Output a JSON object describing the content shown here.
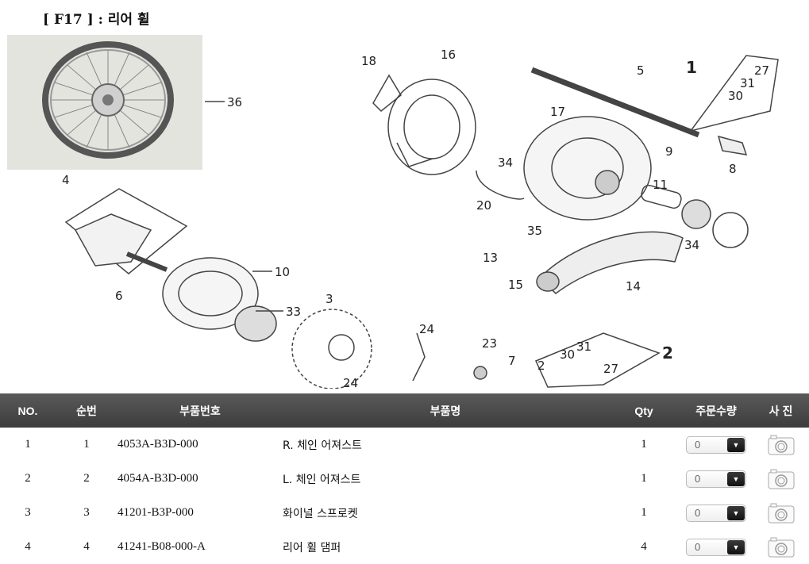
{
  "title": "[ F17 ] : 리어 휠",
  "diagram": {
    "callouts": [
      "36",
      "4",
      "6",
      "10",
      "33",
      "3",
      "18",
      "16",
      "17",
      "34",
      "20",
      "35",
      "13",
      "15",
      "14",
      "5",
      "1",
      "27",
      "31",
      "30",
      "8",
      "9",
      "11",
      "34",
      "24",
      "23",
      "7",
      "2",
      "30",
      "31",
      "27",
      "2",
      "24"
    ]
  },
  "table": {
    "headers": {
      "no": "NO.",
      "seq": "순번",
      "part_no": "부품번호",
      "part_name": "부품명",
      "qty": "Qty",
      "order_qty": "주문수량",
      "photo": "사 진"
    },
    "rows": [
      {
        "no": "1",
        "seq": "1",
        "part_no": "4053A-B3D-000",
        "part_name": "R. 체인 어져스트",
        "qty": "1",
        "order_qty": "0"
      },
      {
        "no": "2",
        "seq": "2",
        "part_no": "4054A-B3D-000",
        "part_name": "L. 체인 어져스트",
        "qty": "1",
        "order_qty": "0"
      },
      {
        "no": "3",
        "seq": "3",
        "part_no": "41201-B3P-000",
        "part_name": "화이널 스프로켓",
        "qty": "1",
        "order_qty": "0"
      },
      {
        "no": "4",
        "seq": "4",
        "part_no": "41241-B08-000-A",
        "part_name": "리어 휠 댐퍼",
        "qty": "4",
        "order_qty": "0"
      }
    ]
  }
}
